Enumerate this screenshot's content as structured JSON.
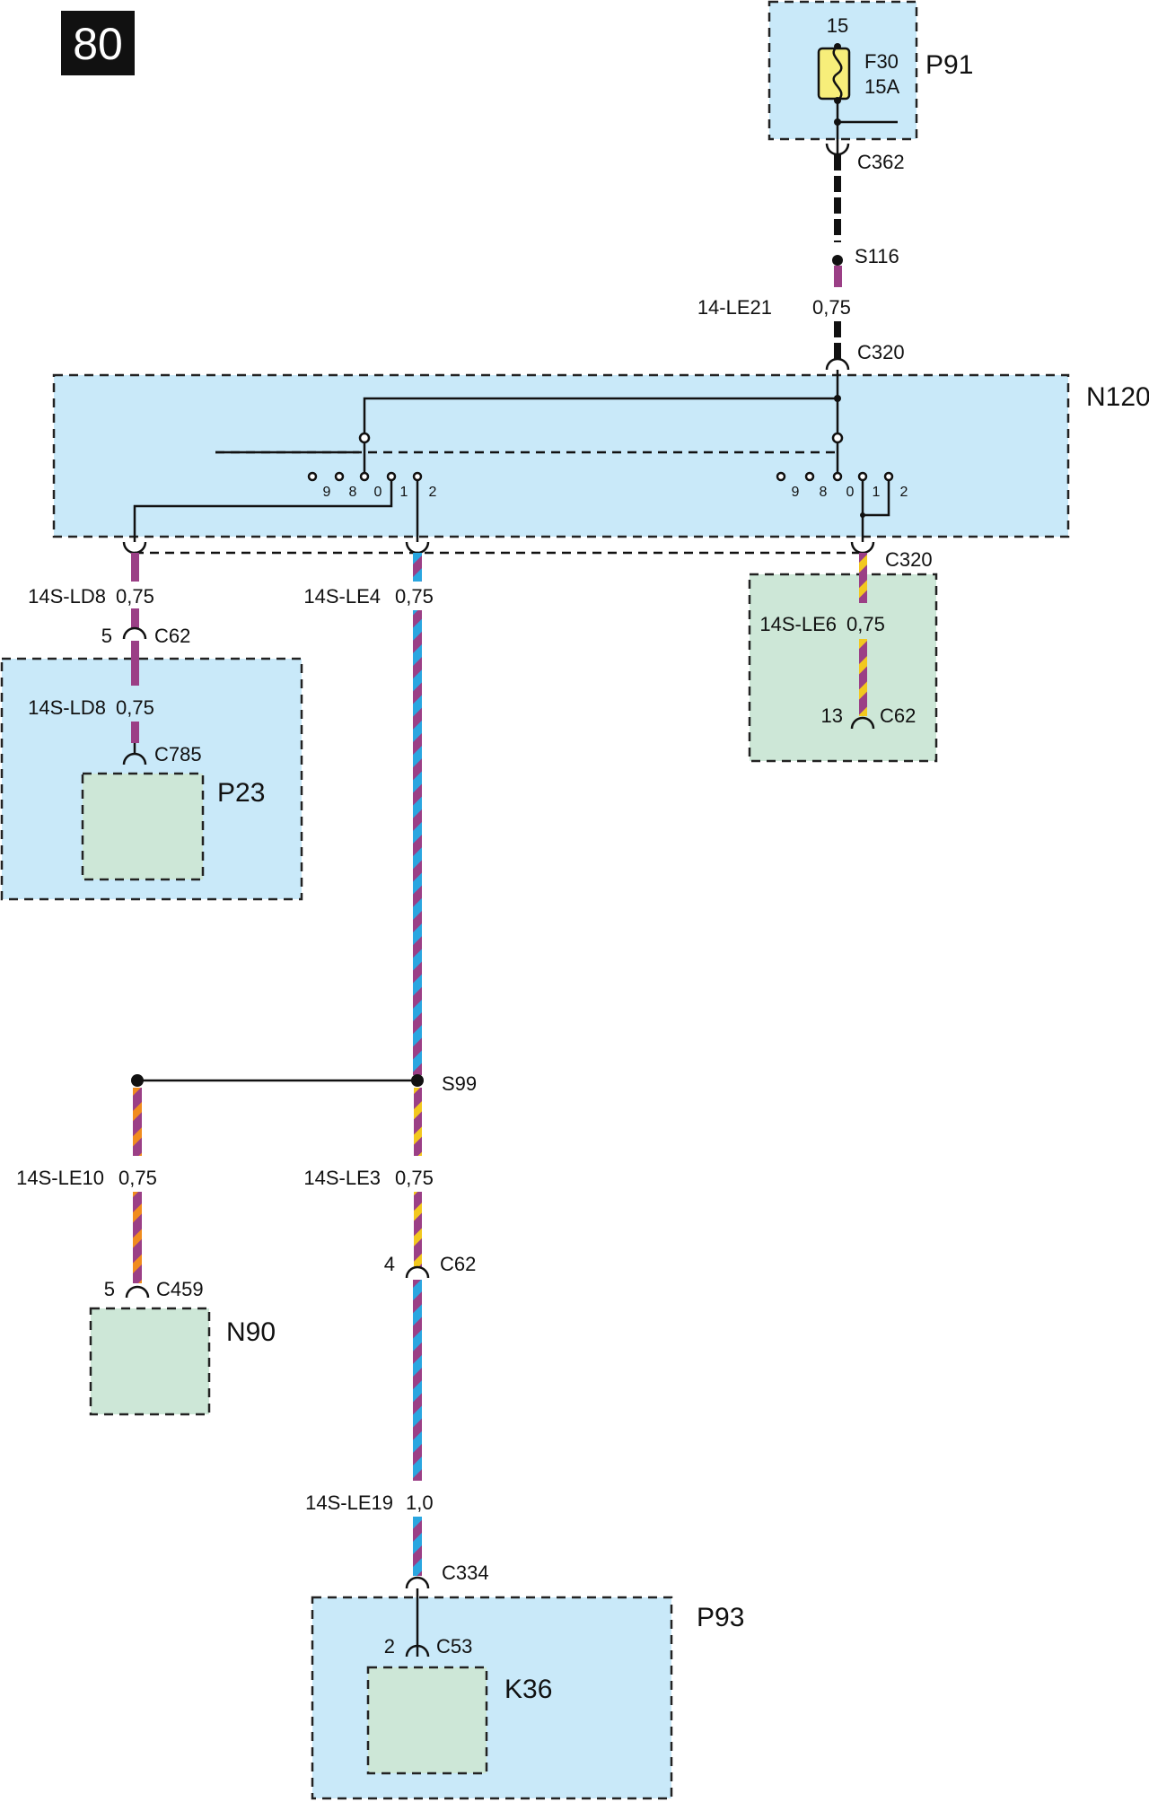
{
  "page": {
    "number": "80"
  },
  "colors": {
    "module_blue": "#c9e9f9",
    "module_green": "#cde7d7",
    "fuse_yellow": "#f7ee7a",
    "wire_violet": "#9b3f86",
    "wire_blue": "#2aa6e0",
    "wire_yellow": "#f2c81e",
    "wire_orange": "#f08c1e",
    "wire_black": "#111111"
  },
  "modules": {
    "p91": "P91",
    "n120": "N120",
    "p23": "P23",
    "n90": "N90",
    "p93": "P93",
    "k36": "K36"
  },
  "fuse": {
    "terminal": "15",
    "name": "F30",
    "rating": "15A"
  },
  "connectors": {
    "c362": "C362",
    "s116": "S116",
    "c320_top": "C320",
    "c320_right": "C320",
    "c62_left": "C62",
    "c62_left_pin": "5",
    "c785": "C785",
    "c62_right": "C62",
    "c62_right_pin": "13",
    "s99": "S99",
    "c459": "C459",
    "c459_pin": "5",
    "c62_mid": "C62",
    "c62_mid_pin": "4",
    "c334": "C334",
    "c53": "C53",
    "c53_pin": "2"
  },
  "wires": {
    "le21": {
      "code": "14-LE21",
      "size": "0,75"
    },
    "ld8_a": {
      "code": "14S-LD8",
      "size": "0,75"
    },
    "ld8_b": {
      "code": "14S-LD8",
      "size": "0,75"
    },
    "le4": {
      "code": "14S-LE4",
      "size": "0,75"
    },
    "le6": {
      "code": "14S-LE6",
      "size": "0,75"
    },
    "le10": {
      "code": "14S-LE10",
      "size": "0,75"
    },
    "le3": {
      "code": "14S-LE3",
      "size": "0,75"
    },
    "le19": {
      "code": "14S-LE19",
      "size": "1,0"
    }
  },
  "switch_left": {
    "p9": "9",
    "p8": "8",
    "p0": "0",
    "p1": "1",
    "p2": "2"
  },
  "switch_right": {
    "p9": "9",
    "p8": "8",
    "p0": "0",
    "p1": "1",
    "p2": "2"
  }
}
